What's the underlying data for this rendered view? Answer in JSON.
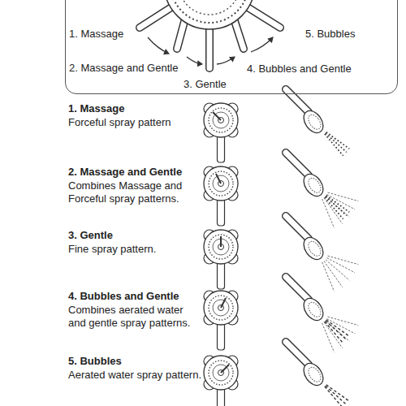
{
  "diagram": {
    "nodes": [
      {
        "text": [
          "1. Massage",
          "2. Massage and Gentle",
          "3. Gentle",
          "4. Bubbles and Gentle",
          "5. Bubbles"
        ]
      }
    ],
    "labels": [
      "1. Massage",
      "Forceful spray pattern",
      "2. Massage and Gentle",
      "Combines Massage and Forceful spray patterns.",
      "3. Gentle",
      "Fine spray pattern.",
      "4. Bubbles and Gentle",
      "Combines aerated water and gentle spray patterns.",
      "5. Bubbles",
      "Aerated water spray pattern."
    ]
  }
}
